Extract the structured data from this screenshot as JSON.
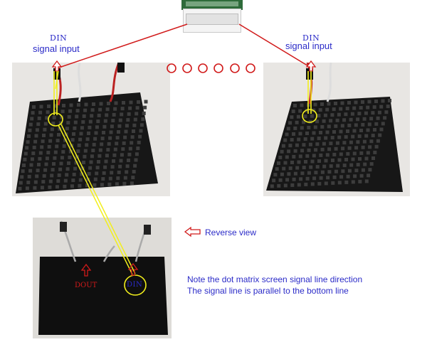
{
  "labels": {
    "din_left": "DIN",
    "signal_input_left": "signal input",
    "din_right": "DIN",
    "signal_input_right": "signal input",
    "reverse_view": "Reverse view",
    "note_line1": "Note the dot matrix screen signal line direction",
    "note_line2": "The signal line is parallel to the bottom line",
    "dout": "DOUT",
    "din_back": "DIN"
  },
  "colors": {
    "annotation_red": "#d11a1a",
    "annotation_yellow": "#f2ef1c",
    "label_blue": "#2b2bc8"
  },
  "icons": {
    "arrow_up": "red-outline-up-arrow",
    "arrow_left": "red-outline-left-arrow",
    "connector": "white-connector-board"
  }
}
